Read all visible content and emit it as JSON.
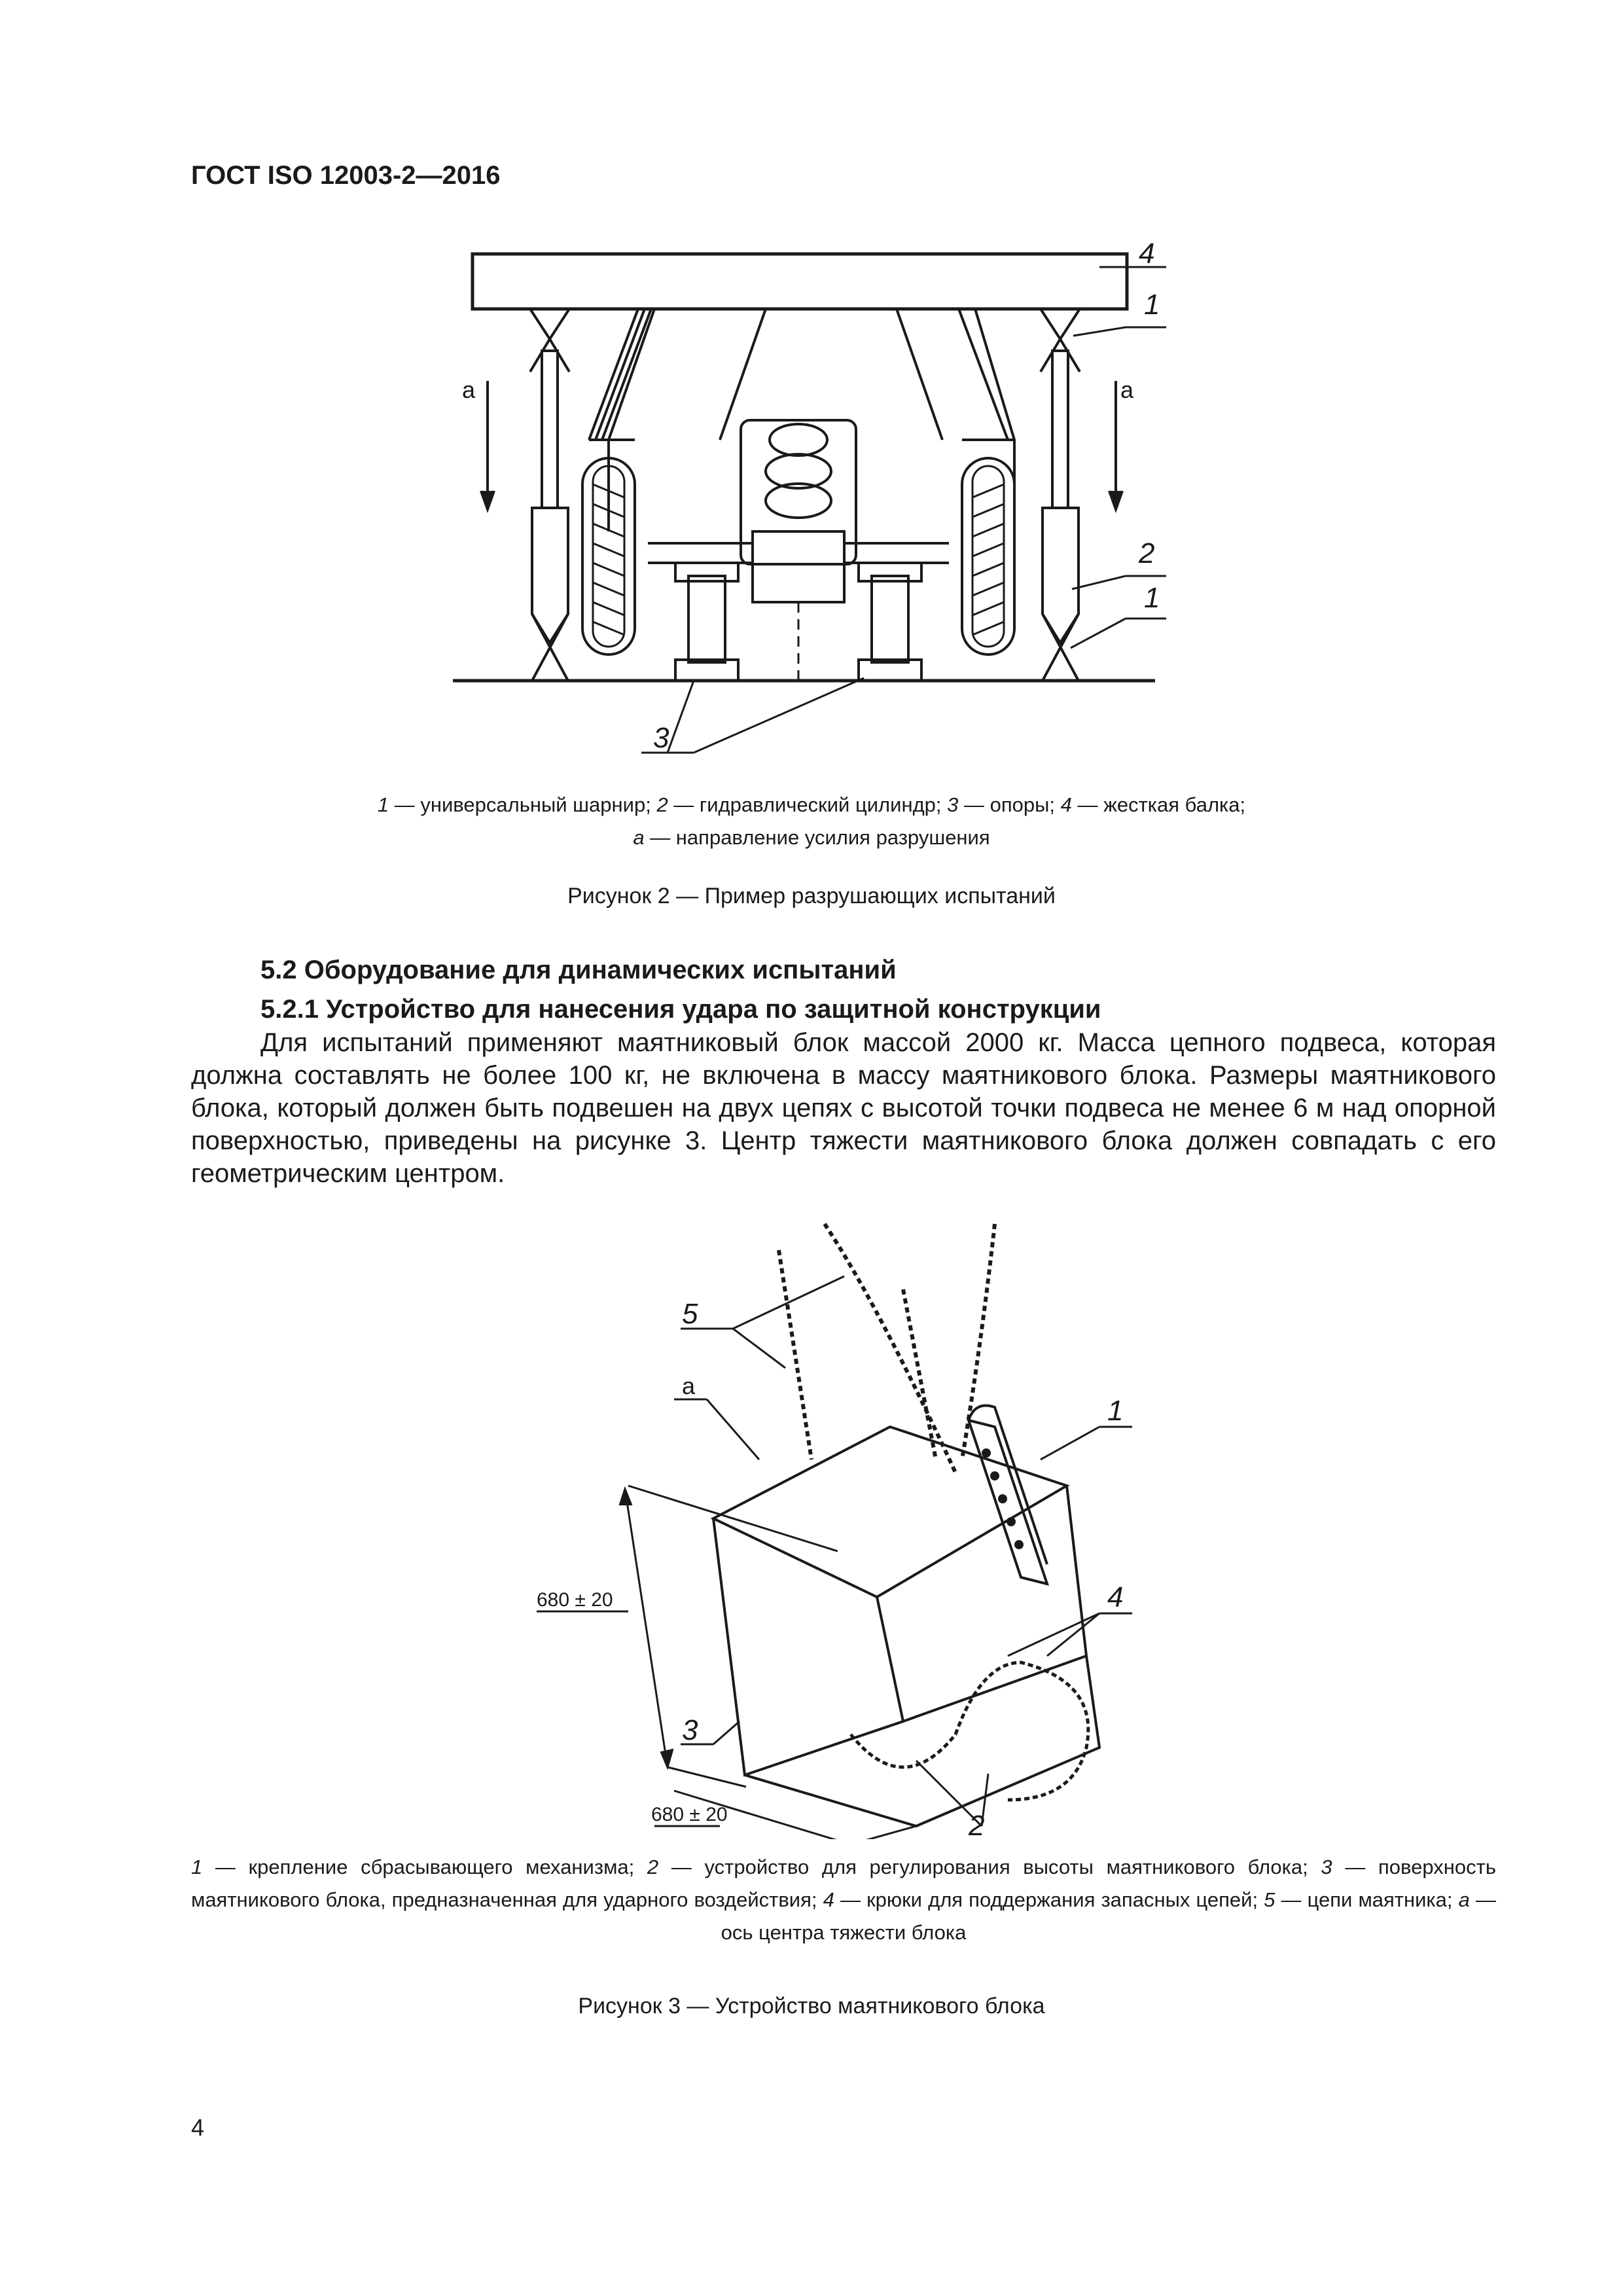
{
  "header": {
    "doc_id": "ГОСТ ISO 12003-2—2016"
  },
  "figure2": {
    "callouts": {
      "n4": "4",
      "n1_top": "1",
      "n2": "2",
      "n1_bottom": "1",
      "n3": "3",
      "a_left": "a",
      "a_right": "a"
    },
    "legend": {
      "k1": "1",
      "t1": " — универсальный шарнир; ",
      "k2": "2",
      "t2": " — гидравлический цилиндр; ",
      "k3": "3",
      "t3": " — опоры; ",
      "k4": "4",
      "t4": " — жесткая балка;",
      "ka": "a",
      "ta": " — направление усилия разрушения"
    },
    "caption": "Рисунок 2 — Пример разрушающих испытаний"
  },
  "section": {
    "h_5_2": "5.2  Оборудование для динамических испытаний",
    "h_5_2_1": "5.2.1  Устройство для нанесения удара по защитной конструкции",
    "paragraph": "Для испытаний применяют маятниковый блок массой 2000 кг. Масса цепного подвеса, которая должна составлять не более 100 кг, не включена в массу маятникового блока. Размеры маятникового блока, который должен быть подвешен на двух цепях с высотой точки подвеса не менее 6 м над опорной поверхностью, приведены на рисунке 3. Центр тяжести маятникового блока должен совпадать с его геометрическим центром."
  },
  "figure3": {
    "callouts": {
      "n5": "5",
      "na": "a",
      "n1": "1",
      "n4": "4",
      "n3": "3",
      "n2": "2"
    },
    "dimensions": {
      "height": "680 ± 20",
      "width": "680 ± 20"
    },
    "legend": {
      "k1": "1",
      "t1": " — крепление сбрасывающего механизма; ",
      "k2": "2",
      "t2": " — устройство для регулирования высоты маятникового блока; ",
      "k3": "3",
      "t3": " — поверхность маятникового блока, предназначенная для ударного воздействия; ",
      "k4": "4",
      "t4": " — крюки для поддержания запасных цепей; ",
      "k5": "5",
      "t5": " — цепи маятника; ",
      "ka": "a",
      "ta": " — ось центра тяжести блока"
    },
    "caption": "Рисунок 3 — Устройство маятникового блока"
  },
  "page_number": "4"
}
